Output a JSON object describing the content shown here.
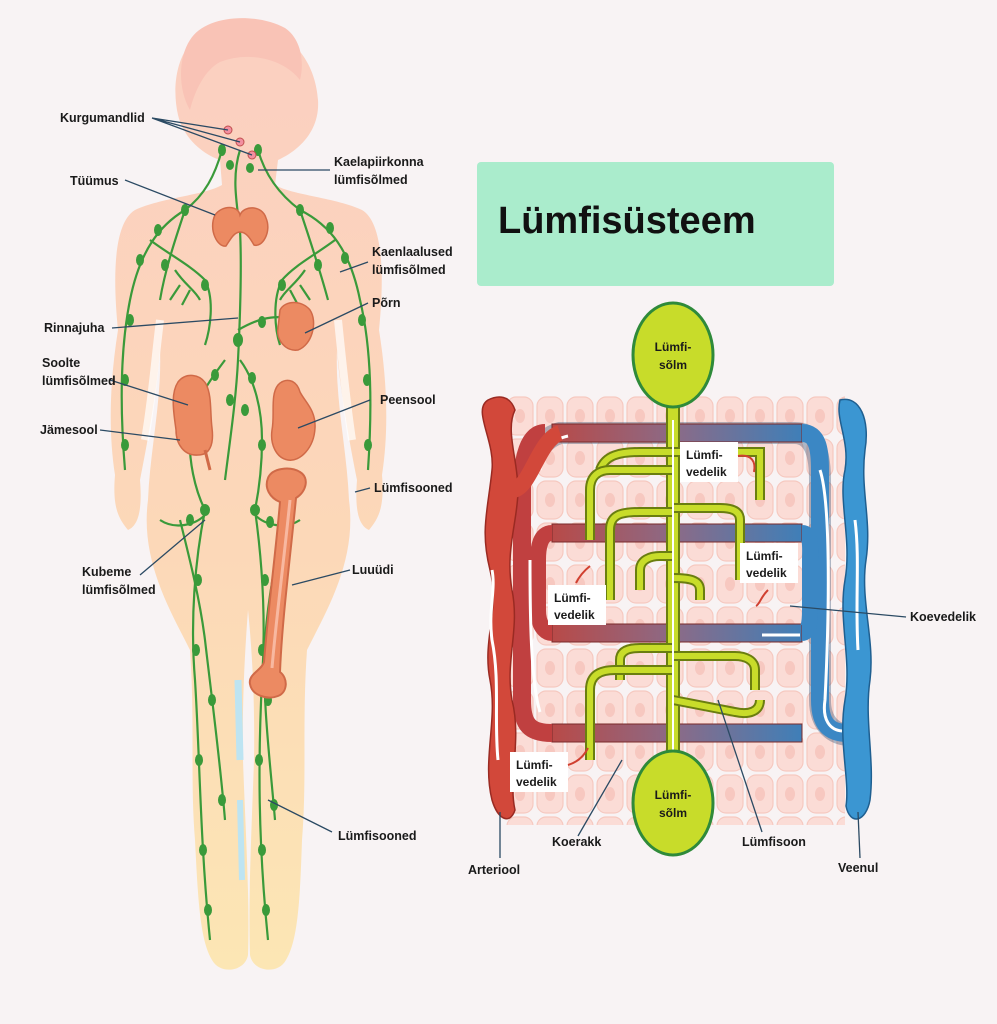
{
  "title": "Lümfisüsteem",
  "body_labels": {
    "tonsils": "Kurgumandlid",
    "cervical_nodes_1": "Kaelapiirkonna",
    "cervical_nodes_2": "lümfisõlmed",
    "thymus": "Tüümus",
    "axillary_nodes_1": "Kaenlaalused",
    "axillary_nodes_2": "lümfisõlmed",
    "thoracic_duct": "Rinnajuha",
    "spleen": "Põrn",
    "intestinal_nodes_1": "Soolte",
    "intestinal_nodes_2": "lümfisõlmed",
    "small_intestine": "Peensool",
    "large_intestine": "Jämesool",
    "lymph_vessels_upper": "Lümfisooned",
    "bone_marrow": "Luuüdi",
    "inguinal_nodes_1": "Kubeme",
    "inguinal_nodes_2": "lümfisõlmed",
    "lymph_vessels_lower": "Lümfisooned"
  },
  "detail_labels": {
    "node_top_1": "Lümfi-",
    "node_top_2": "sõlm",
    "node_bottom_1": "Lümfi-",
    "node_bottom_2": "sõlm",
    "fluid_a_1": "Lümfi-",
    "fluid_a_2": "vedelik",
    "fluid_b_1": "Lümfi-",
    "fluid_b_2": "vedelik",
    "fluid_c_1": "Lümfi-",
    "fluid_c_2": "vedelik",
    "fluid_d_1": "Lümfi-",
    "fluid_d_2": "vedelik",
    "tissue_fluid": "Koevedelik",
    "arteriole": "Arteriool",
    "tissue_cell": "Koerakk",
    "lymph_vessel": "Lümfisoon",
    "venule": "Veenul"
  },
  "colors": {
    "title_box": "#aaeccc",
    "body_silhouette": "#fbd4c0",
    "lymph_green": "#3a9a3a",
    "artery_red": "#d2483a",
    "vein_blue": "#3b96d2",
    "lymph_node_yellow": "#c8dc2a",
    "organ_orange": "#e8795a"
  }
}
